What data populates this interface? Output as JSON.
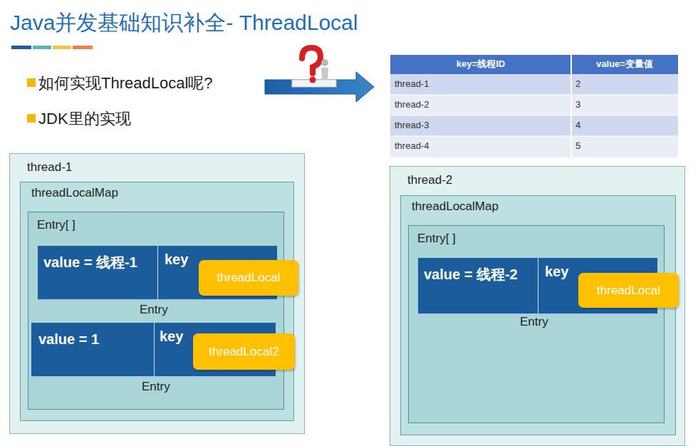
{
  "diagram": {
    "title": "Java并发基础知识补全- ThreadLocal",
    "nodes": [
      {
        "text": [
          "thread-1"
        ]
      },
      {
        "text": [
          "threadLocalMap"
        ],
        "in": 0
      },
      {
        "text": [
          "Entry[ ]"
        ],
        "in": 1
      },
      {
        "text": [
          "value = 线程-1",
          "key",
          "Entry"
        ],
        "in": 2
      },
      {
        "text": [
          "threadLocal"
        ],
        "in": 3
      },
      {
        "text": [
          "value = 1",
          "key",
          "Entry"
        ],
        "in": 2
      },
      {
        "text": [
          "threadLocal2"
        ],
        "in": 5
      },
      {
        "text": [
          "thread-2"
        ]
      },
      {
        "text": [
          "threadLocalMap"
        ],
        "in": 7
      },
      {
        "text": [
          "Entry[ ]"
        ],
        "in": 8
      },
      {
        "text": [
          "value = 线程-2",
          "key",
          "Entry"
        ],
        "in": 9
      },
      {
        "text": [
          "threadLocal"
        ],
        "in": 10
      }
    ],
    "labels": [
      "如何实现ThreadLocal呢?",
      "JDK里的实现",
      "key=线程ID",
      "value=变量值",
      "thread-1",
      "2",
      "thread-2",
      "3",
      "thread-3",
      "4",
      "thread-4",
      "5"
    ]
  }
}
